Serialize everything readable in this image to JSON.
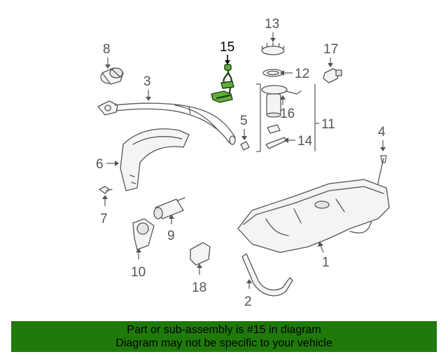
{
  "callouts": {
    "c1": "1",
    "c2": "2",
    "c3": "3",
    "c4": "4",
    "c5": "5",
    "c6": "6",
    "c7": "7",
    "c8": "8",
    "c9": "9",
    "c10": "10",
    "c11": "11",
    "c12": "12",
    "c13": "13",
    "c14": "14",
    "c15": "15",
    "c16": "16",
    "c17": "17",
    "c18": "18"
  },
  "highlight": {
    "callout": "15",
    "color": "#5fae3a"
  },
  "banner": {
    "line1": "Part or sub-assembly is #15 in diagram",
    "line2": "Diagram may not be specific to your vehicle",
    "background": "#1f7a0a"
  }
}
